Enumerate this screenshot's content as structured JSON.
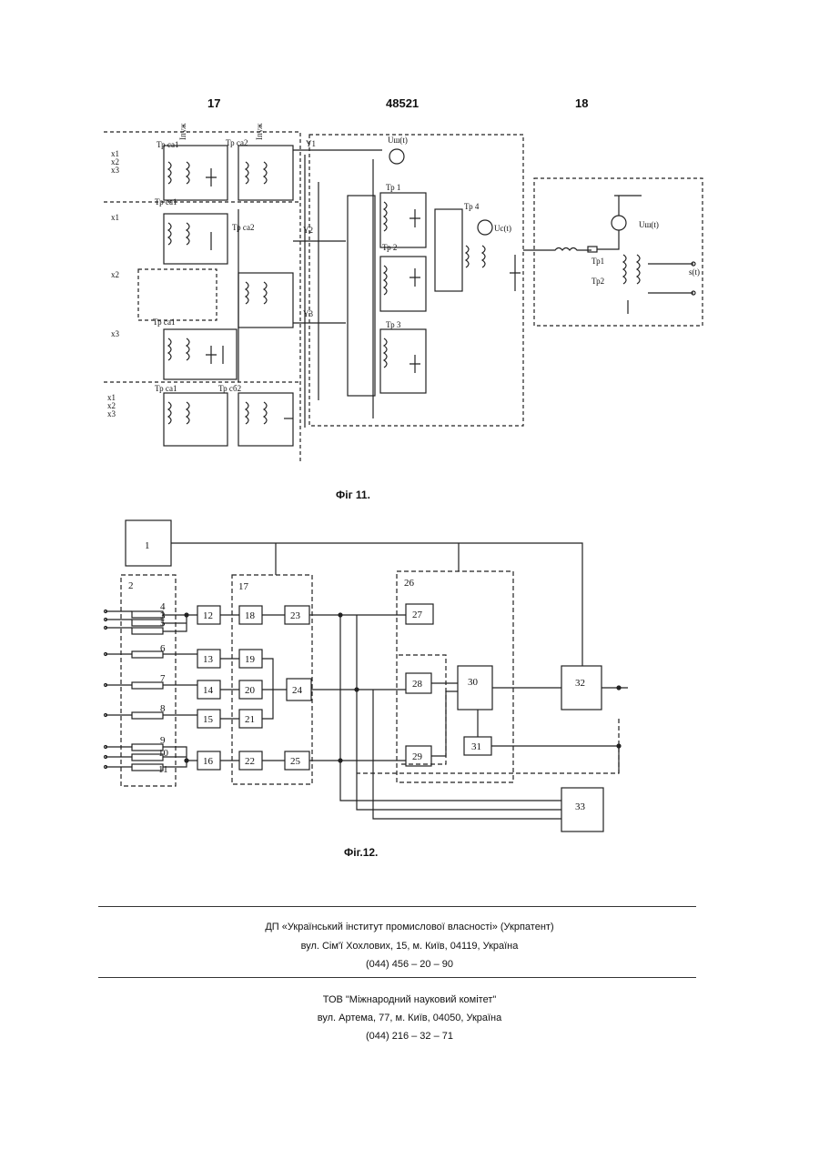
{
  "header": {
    "left_page": "17",
    "patent_number": "48521",
    "right_page": "18"
  },
  "figure11": {
    "caption": "Фіг 11.",
    "labels": {
      "x1": "x1",
      "x2": "x2",
      "x3": "x3",
      "y1": "Y1",
      "y2": "Y2",
      "y3": "Y3",
      "tr_sa1": "Тр са1",
      "tr_ca2": "Тр са2",
      "tr_ca2b": "Тр са2",
      "tr_sa1b": "Тр са1",
      "tr_ca1c": "Тр са1",
      "tr_ca1d": "Тр са1",
      "tr_cb2": "Тр сб2",
      "tr1": "Тр 1",
      "tr2": "Тр 2",
      "tr3": "Тр 3",
      "tr4": "Тр 4",
      "u_ist": "Uш(t)",
      "u_sig": "Uс(t)",
      "u_in": "Uш(t)",
      "tpi": "Тр1",
      "tpii": "Тр2",
      "s_t": "s(t)",
      "i_label": "Iпуж"
    }
  },
  "figure12": {
    "caption": "Фіг.12.",
    "blocks": [
      "1",
      "2",
      "3",
      "4",
      "5",
      "6",
      "7",
      "8",
      "9",
      "10",
      "11",
      "12",
      "13",
      "14",
      "15",
      "16",
      "17",
      "18",
      "19",
      "20",
      "21",
      "22",
      "23",
      "24",
      "25",
      "26",
      "27",
      "28",
      "29",
      "30",
      "31",
      "32",
      "33"
    ]
  },
  "footer": {
    "org1_name": "ДП «Український інститут промислової власності» (Укрпатент)",
    "org1_address": "вул. Сім'ї Хохлових, 15, м. Київ, 04119, Україна",
    "org1_phone": "(044) 456 – 20 – 90",
    "org2_name": "ТОВ \"Міжнародний науковий комітет\"",
    "org2_address": "вул. Артема, 77, м. Київ, 04050, Україна",
    "org2_phone": "(044) 216 – 32 – 71"
  }
}
